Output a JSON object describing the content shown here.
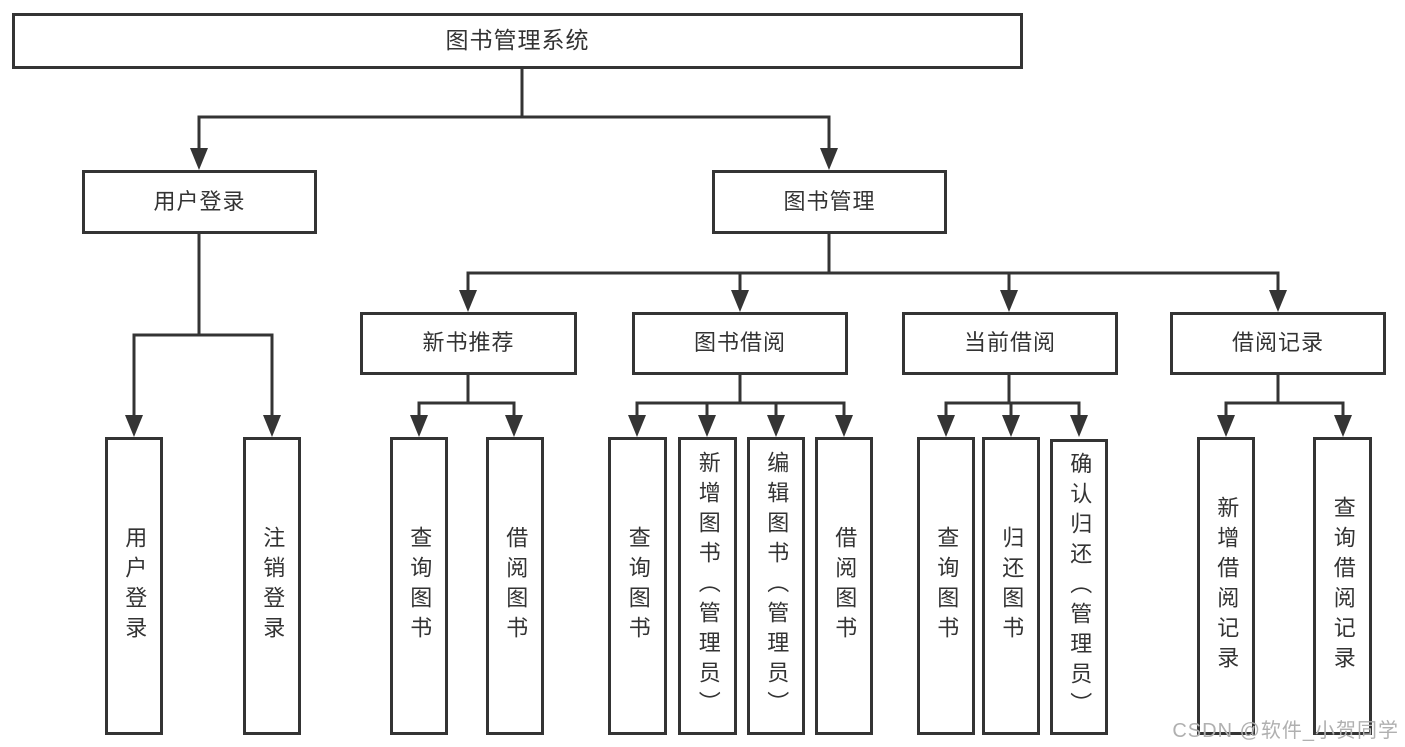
{
  "diagram_type": "function-tree",
  "root": {
    "label": "图书管理系统"
  },
  "branches": [
    {
      "label": "用户登录",
      "leaves": [
        {
          "label": "用户登录"
        },
        {
          "label": "注销登录"
        }
      ]
    },
    {
      "label": "图书管理",
      "groups": [
        {
          "label": "新书推荐",
          "leaves": [
            {
              "label": "查询图书"
            },
            {
              "label": "借阅图书"
            }
          ]
        },
        {
          "label": "图书借阅",
          "leaves": [
            {
              "label": "查询图书"
            },
            {
              "label": "新增图书（管理员）"
            },
            {
              "label": "编辑图书（管理员）"
            },
            {
              "label": "借阅图书"
            }
          ]
        },
        {
          "label": "当前借阅",
          "leaves": [
            {
              "label": "查询图书"
            },
            {
              "label": "归还图书"
            },
            {
              "label": "确认归还（管理员）"
            }
          ]
        },
        {
          "label": "借阅记录",
          "leaves": [
            {
              "label": "新增借阅记录"
            },
            {
              "label": "查询借阅记录"
            }
          ]
        }
      ]
    }
  ],
  "watermark": {
    "text": "CSDN @软件_小贺同学"
  },
  "colors": {
    "line": "#343434",
    "box_border": "#343434",
    "text": "#333333",
    "background": "#ffffff",
    "watermark": "#b0b0b0"
  }
}
